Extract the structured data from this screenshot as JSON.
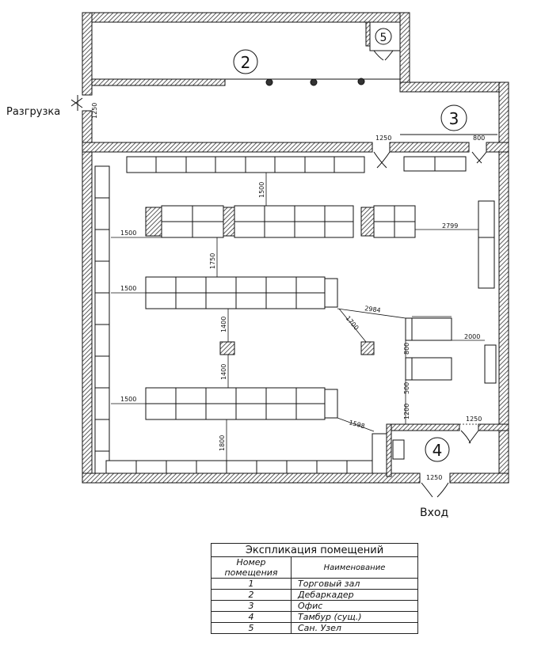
{
  "labels": {
    "unloading": "Разгрузка",
    "entrance": "Вход"
  },
  "rooms": [
    {
      "number": "2"
    },
    {
      "number": "3"
    },
    {
      "number": "4"
    },
    {
      "number": "5"
    }
  ],
  "dimensions": {
    "unloading_door": "1250",
    "door_hall_top": "1250",
    "door_office": "800",
    "door_vestibule": "1250",
    "door_entrance": "1250",
    "top_aisle": "1500",
    "left_aisle_1": "1500",
    "left_aisle_2": "1500",
    "left_aisle_3": "1500",
    "right_gap": "2799",
    "aisle_1750": "1750",
    "diag_2984": "2984",
    "diag_1700": "1700",
    "aisle_1400_a": "1400",
    "aisle_1400_b": "1400",
    "diag_1598": "1598",
    "bottom_1800": "1800",
    "right_2000": "2000",
    "vert_800": "800",
    "vert_500": "500",
    "vert_1200": "1200"
  },
  "explication": {
    "title": "Экспликация помещений",
    "col_number": "Номер помещения",
    "col_name": "Наименование",
    "rows": [
      {
        "num": "1",
        "name": "Торговый зал"
      },
      {
        "num": "2",
        "name": "Дебаркадер"
      },
      {
        "num": "3",
        "name": "Офис"
      },
      {
        "num": "4",
        "name": "Тамбур (сущ.)"
      },
      {
        "num": "5",
        "name": "Сан. Узел"
      }
    ]
  }
}
